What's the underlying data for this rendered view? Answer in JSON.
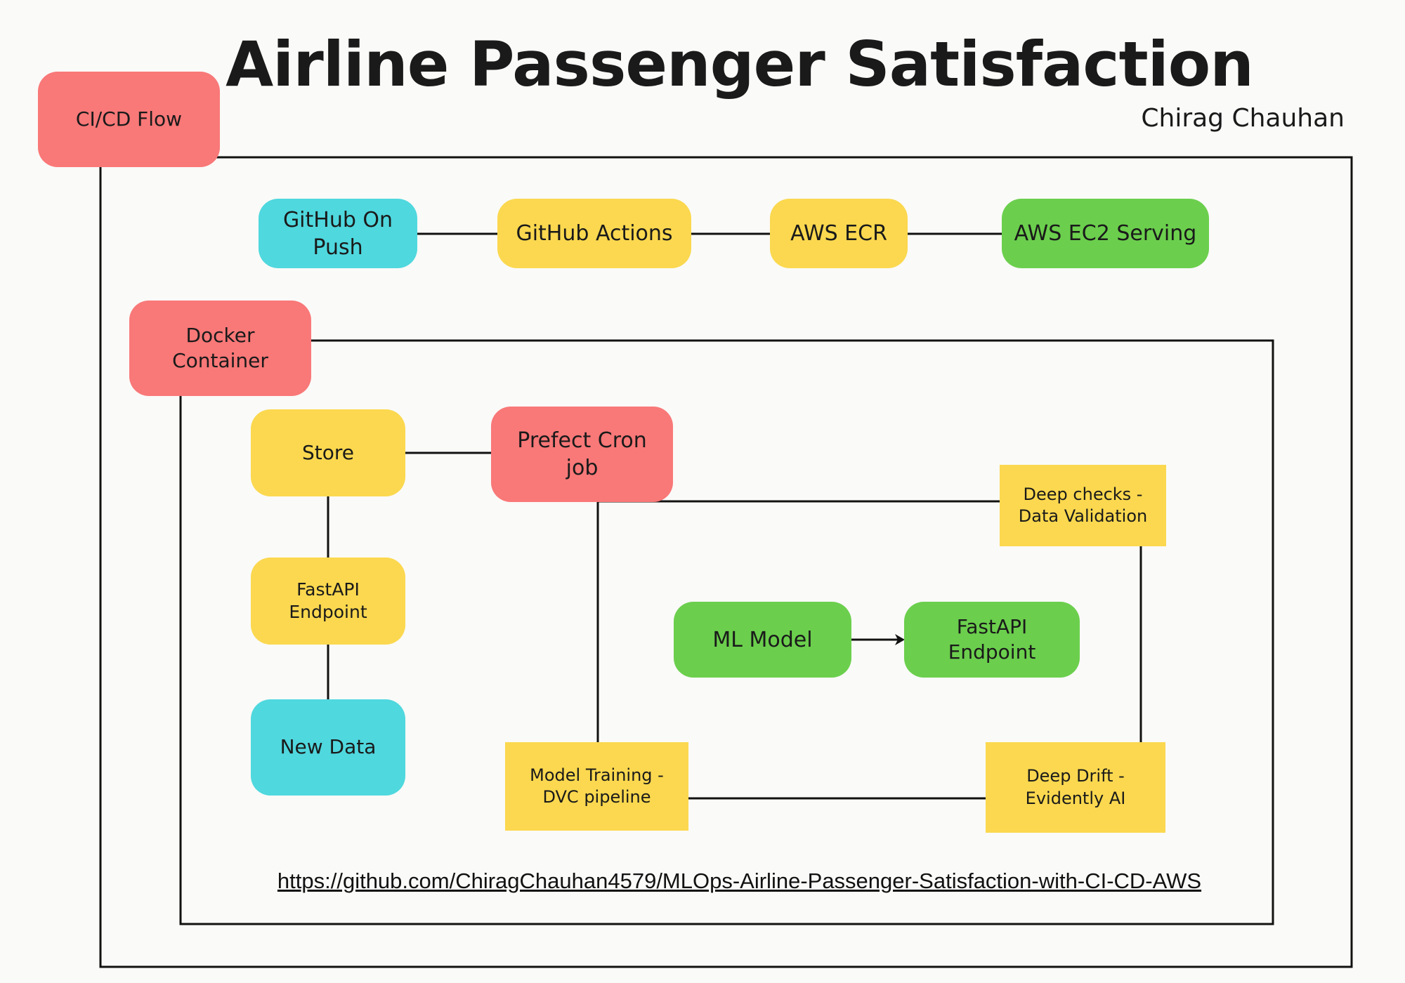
{
  "title": "Airline Passenger Satisfaction",
  "author": "Chirag Chauhan",
  "nodes": {
    "cicd_flow": "CI/CD Flow",
    "github_on_push": "GitHub On Push",
    "github_actions": "GitHub Actions",
    "aws_ecr": "AWS ECR",
    "aws_ec2_serving": "AWS EC2 Serving",
    "docker_container": "Docker Container",
    "store": "Store",
    "prefect_cron_job": "Prefect Cron job",
    "deep_checks": "Deep checks - Data Validation",
    "fastapi_endpoint_left": "FastAPI Endpoint",
    "ml_model": "ML Model",
    "fastapi_endpoint_right": "FastAPI Endpoint",
    "new_data": "New Data",
    "model_training": "Model Training - DVC pipeline",
    "deep_drift": "Deep Drift - Evidently AI"
  },
  "link": "https://github.com/ChiragChauhan4579/MLOps-Airline-Passenger-Satisfaction-with-CI-CD-AWS",
  "colors": {
    "red": "#f97878",
    "yellow": "#fbd84f",
    "cyan": "#4fd8de",
    "green": "#6bcf4d",
    "line": "#111111"
  }
}
